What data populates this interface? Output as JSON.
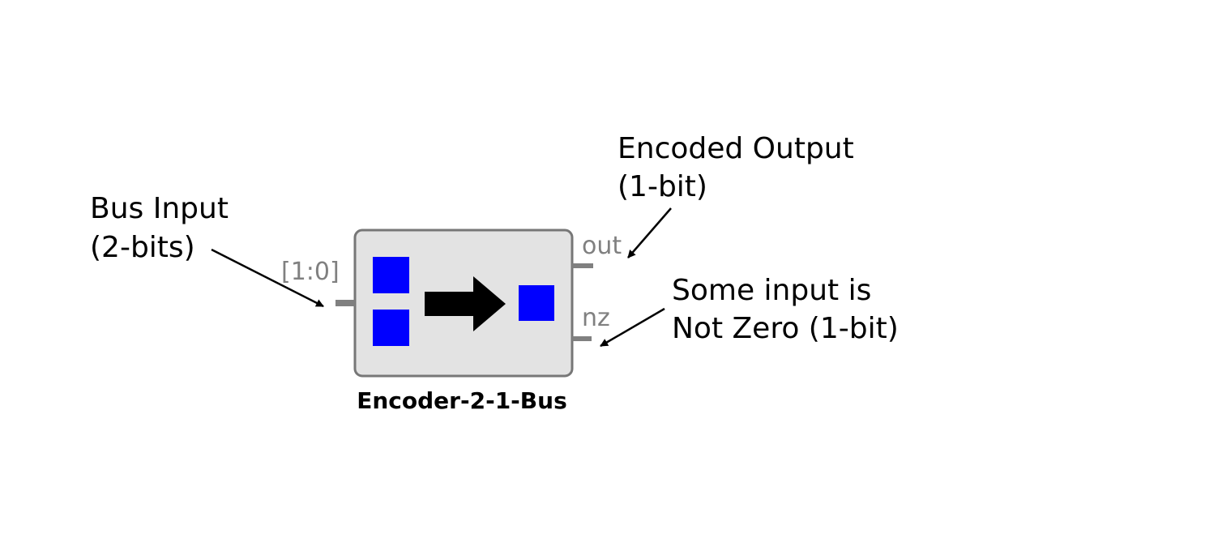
{
  "block": {
    "caption": "Encoder-2-1-Bus",
    "body_color": "#e3e3e3",
    "border_color": "#777777",
    "square_color": "#0000ff",
    "arrow_color": "#000000",
    "port_color": "#808080"
  },
  "ports": {
    "input_label": "[1:0]",
    "out_label": "out",
    "nz_label": "nz"
  },
  "annotations": {
    "bus_input": [
      "Bus Input",
      "(2-bits)"
    ],
    "encoded_output": [
      "Encoded Output",
      "(1-bit)"
    ],
    "not_zero": [
      "Some input is",
      "Not Zero (1-bit)"
    ]
  }
}
